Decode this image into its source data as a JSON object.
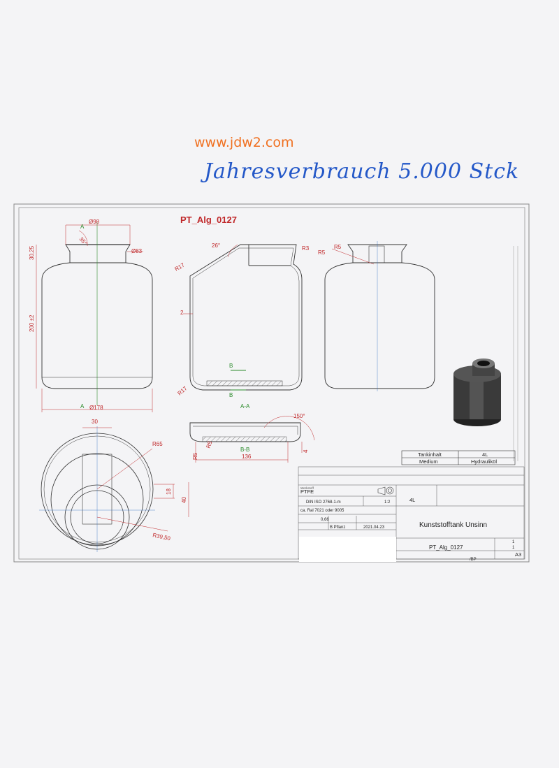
{
  "watermark": "www.jdw2.com",
  "handwritten_note": "Jahresverbrauch 5.000 Stck",
  "drawing_title": "PT_Alg_0127",
  "dimensions": {
    "top_diameter": "Ø98",
    "angle_35": "35°",
    "neck_height": "30,25",
    "neck_diameter": "Ø83",
    "body_height": "200 ±2",
    "base_diameter": "Ø178",
    "angle_26": "26°",
    "r3": "R3",
    "r5": "R5",
    "r17_top": "R17",
    "wall": "2",
    "r17_bottom": "R17",
    "r5_right": "R5",
    "angle_150": "150°",
    "depth_4": "4",
    "width_136": "136",
    "r5_small": "R5",
    "r5_small2": "R5",
    "dim_30": "30",
    "r65": "R65",
    "dim_18": "18",
    "dim_40": "40",
    "r39": "R39,50"
  },
  "section_labels": {
    "a_top": "A",
    "a_bottom": "A",
    "b_top": "B",
    "b_bottom": "B",
    "section_aa": "A-A",
    "section_bb": "B-B"
  },
  "spec_table": {
    "rows": [
      {
        "label": "Tankinhalt",
        "value": "4L"
      },
      {
        "label": "Medium",
        "value": "Hydrauliköl"
      }
    ]
  },
  "title_block": {
    "material": "PTFE",
    "standard": "DIN ISO 2768-1-m",
    "scale": "1:2",
    "color": "ca. Ral 7021 oder 9005",
    "weight": "0,66",
    "drawn_by": "B Pflanz",
    "date": "2021.04.23",
    "volume": "4L",
    "company": "Kunststofftank Unsinn",
    "drawing_number": "PT_Alg_0127",
    "sheet": "1",
    "sheets_total": "1",
    "format": "A3",
    "revision": "/BP"
  }
}
